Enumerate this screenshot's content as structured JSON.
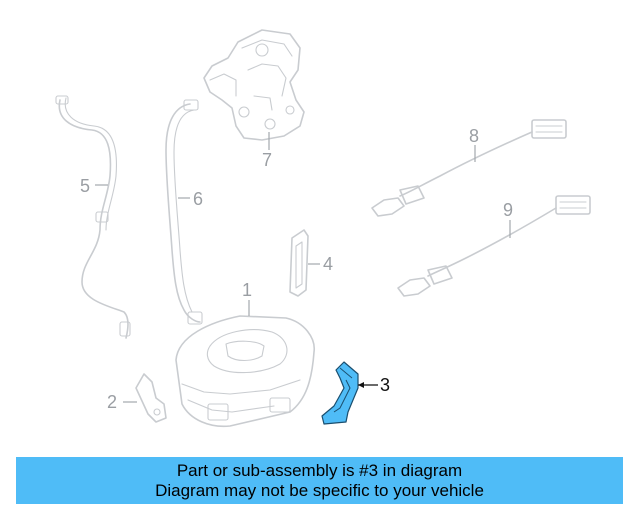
{
  "diagram": {
    "callouts": [
      "1",
      "2",
      "3",
      "4",
      "5",
      "6",
      "7",
      "8",
      "9"
    ],
    "highlighted_part": "3",
    "colors": {
      "highlight_fill": "#4fbcf7",
      "ghost_stroke": "#c9ccd0",
      "label_gray": "#9a9ea3",
      "label_active": "#111111"
    }
  },
  "banner": {
    "line1": "Part or sub-assembly is #3 in diagram",
    "line2": "Diagram may not be specific to your vehicle",
    "color": "#4fbcf7"
  }
}
